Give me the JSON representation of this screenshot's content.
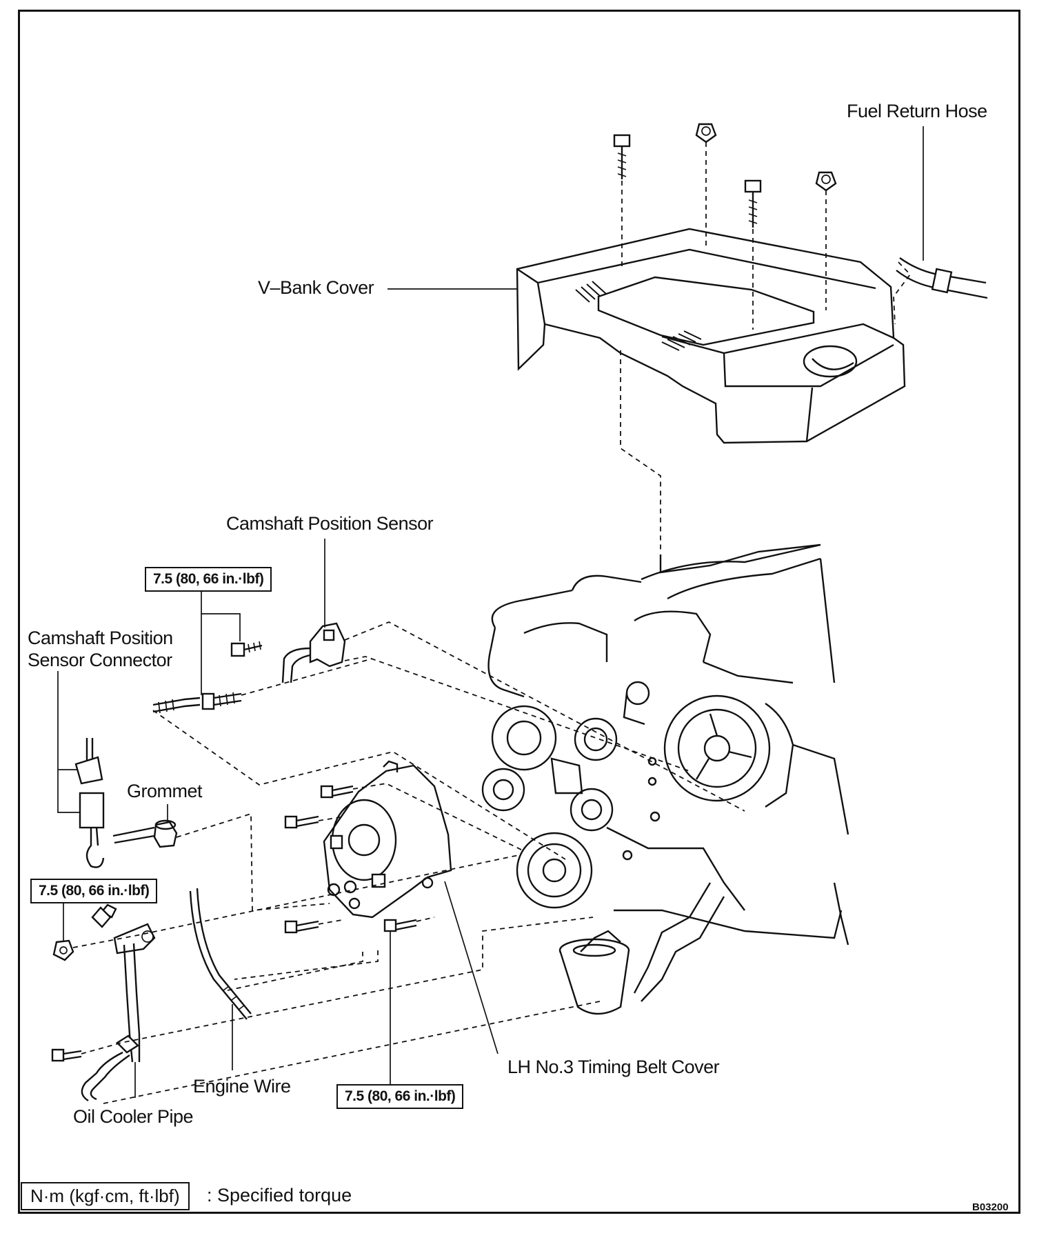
{
  "labels": {
    "fuel_return_hose": "Fuel Return Hose",
    "v_bank_cover": "V–Bank Cover",
    "camshaft_position_sensor": "Camshaft Position Sensor",
    "camshaft_position_sensor_connector_1": "Camshaft Position",
    "camshaft_position_sensor_connector_2": "Sensor Connector",
    "grommet": "Grommet",
    "engine_wire": "Engine Wire",
    "oil_cooler_pipe": "Oil Cooler Pipe",
    "lh_no3_timing_belt_cover": "LH No.3 Timing Belt Cover"
  },
  "torque_specs": {
    "sensor_bolts": "7.5 (80, 66 in.·lbf)",
    "oil_cooler_pipe_nut": "7.5 (80, 66 in.·lbf)",
    "timing_belt_cover_bolts": "7.5 (80, 66 in.·lbf)"
  },
  "legend": {
    "unit_box": "N·m (kgf·cm, ft·lbf)",
    "meaning": ": Specified torque"
  },
  "figure_code": "B03200"
}
